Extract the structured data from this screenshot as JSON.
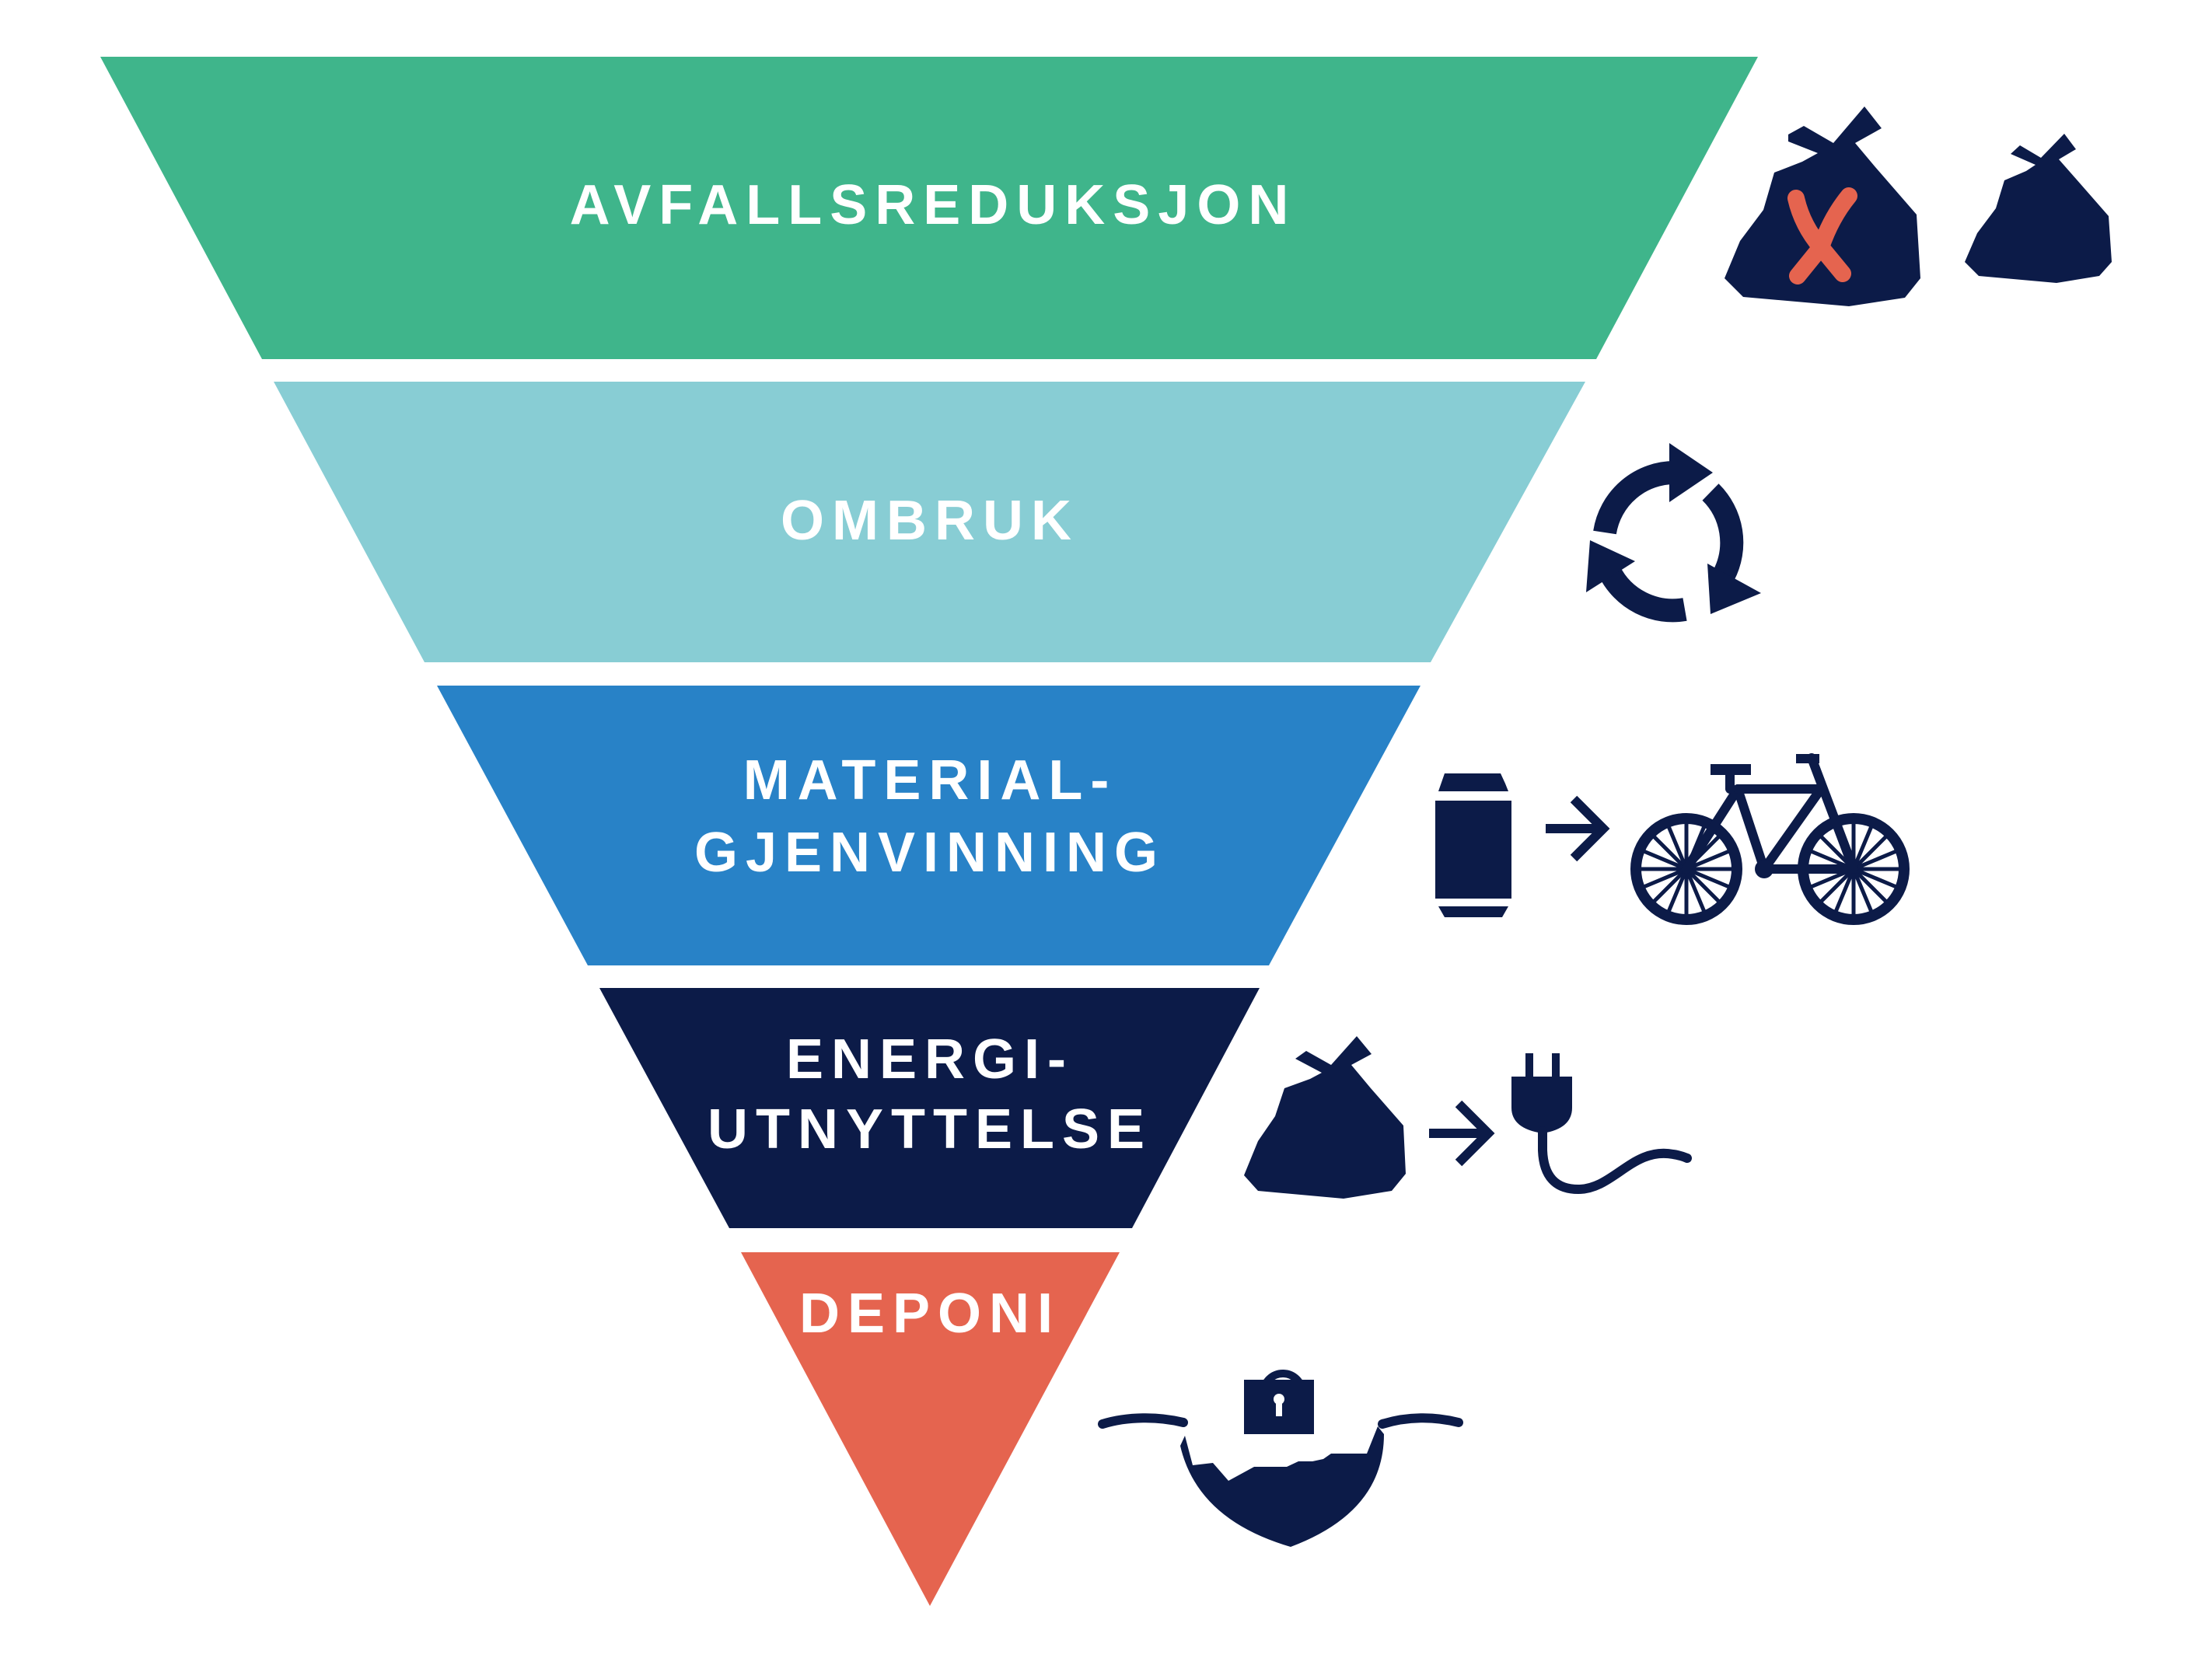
{
  "levels": [
    {
      "id": "avfallsreduksjon",
      "lines": [
        "AVFALLSREDUKSJON"
      ],
      "color": "#3fb58b",
      "icon": "trash-bags-crossed-icon"
    },
    {
      "id": "ombruk",
      "lines": [
        "OMBRUK"
      ],
      "color": "#88cdd4",
      "icon": "reuse-cycle-arrows-icon"
    },
    {
      "id": "materialgjenvinning",
      "lines": [
        "MATERIAL-",
        "GJENVINNING"
      ],
      "color": "#2882c7",
      "icon": "can-to-bicycle-icon"
    },
    {
      "id": "energiutnyttelse",
      "lines": [
        "ENERGI-",
        "UTNYTTELSE"
      ],
      "color": "#0c1b48",
      "icon": "trash-to-power-plug-icon"
    },
    {
      "id": "deponi",
      "lines": [
        "DEPONI"
      ],
      "color": "#e5644f",
      "icon": "locked-landfill-icon"
    }
  ],
  "icon_color": "#0c1b48",
  "cross_color": "#e5644f"
}
